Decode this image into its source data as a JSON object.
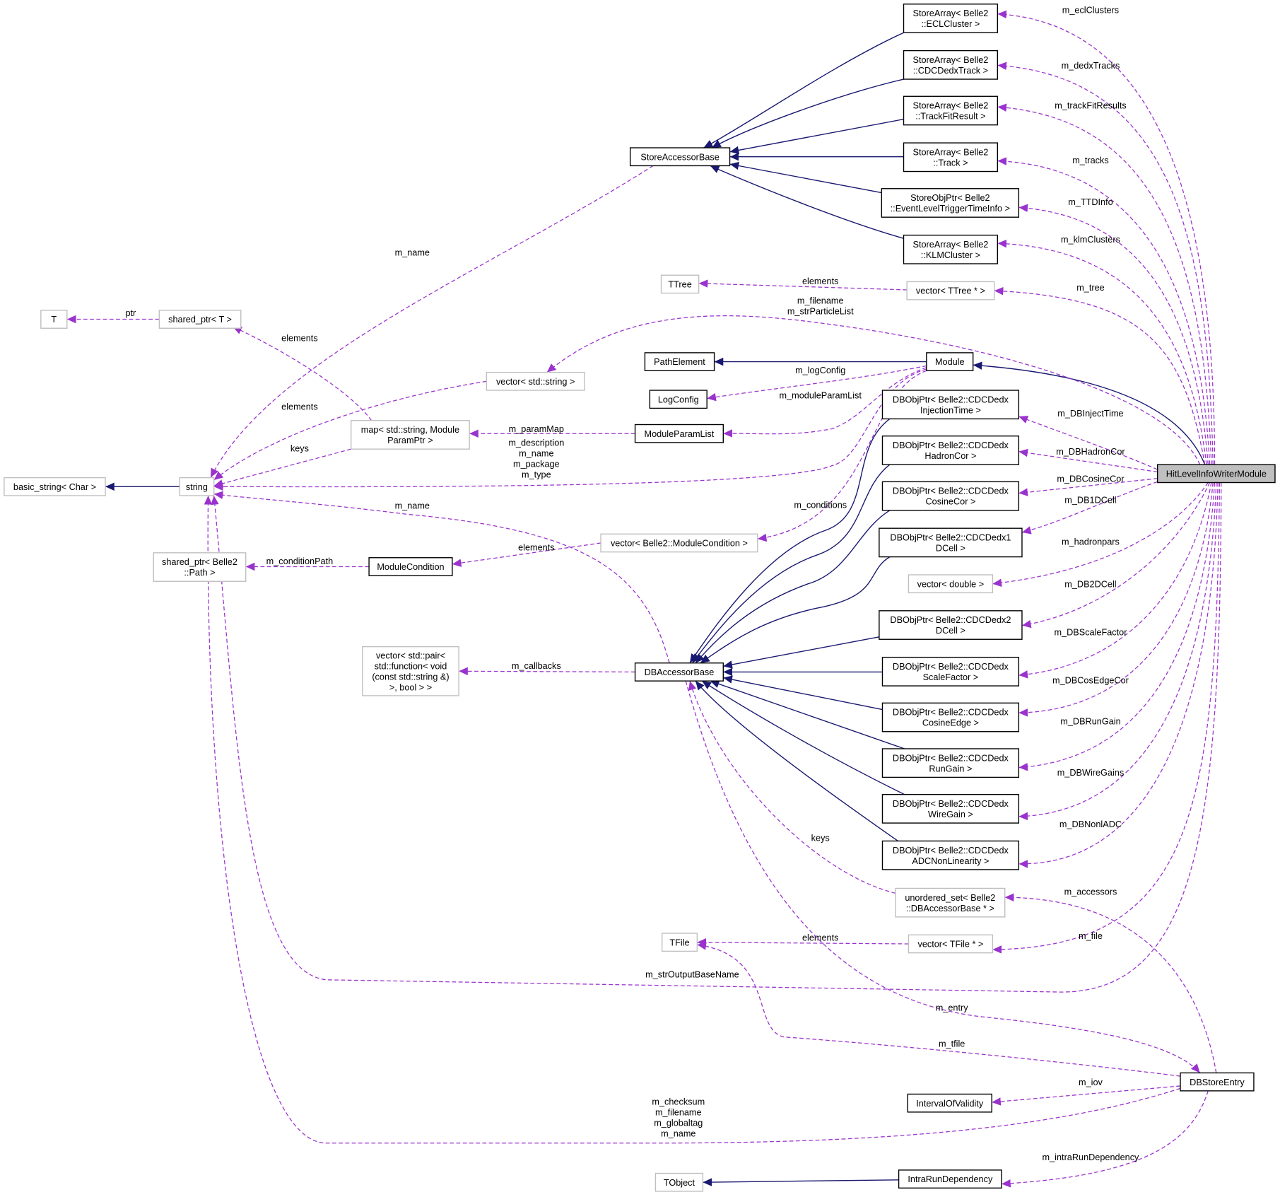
{
  "colors": {
    "inheritance": "#191970",
    "usage": "#9a32cd",
    "focus_fill": "#bfbfbf"
  },
  "nodes": {
    "ecl": [
      "StoreArray< Belle2",
      "::ECLCluster >"
    ],
    "dedxtrack": [
      "StoreArray< Belle2",
      "::CDCDedxTrack >"
    ],
    "trackfit": [
      "StoreArray< Belle2",
      "::TrackFitResult >"
    ],
    "track": [
      "StoreArray< Belle2",
      "::Track >"
    ],
    "ttdinfo": [
      "StoreObjPtr< Belle2",
      "::EventLevelTriggerTimeInfo >"
    ],
    "klm": [
      "StoreArray< Belle2",
      "::KLMCluster >"
    ],
    "sab": [
      "StoreAccessorBase"
    ],
    "ttree": [
      "TTree"
    ],
    "vttree": [
      "vector< TTree * >"
    ],
    "T": [
      "T"
    ],
    "sptrT": [
      "shared_ptr< T >"
    ],
    "vstring": [
      "vector< std::string >"
    ],
    "pathel": [
      "PathElement"
    ],
    "module": [
      "Module"
    ],
    "logconfig": [
      "LogConfig"
    ],
    "mpl": [
      "ModuleParamList"
    ],
    "map": [
      "map< std::string, Module",
      "ParamPtr >"
    ],
    "string": [
      "string"
    ],
    "basicstr": [
      "basic_string< Char >"
    ],
    "inj": [
      "DBObjPtr< Belle2::CDCDedx",
      "InjectionTime >"
    ],
    "had": [
      "DBObjPtr< Belle2::CDCDedx",
      "HadronCor >"
    ],
    "cos": [
      "DBObjPtr< Belle2::CDCDedx",
      "CosineCor >"
    ],
    "c1d": [
      "DBObjPtr< Belle2::CDCDedx1",
      "DCell >"
    ],
    "vdouble": [
      "vector< double >"
    ],
    "c2d": [
      "DBObjPtr< Belle2::CDCDedx2",
      "DCell >"
    ],
    "scale": [
      "DBObjPtr< Belle2::CDCDedx",
      "ScaleFactor >"
    ],
    "cedge": [
      "DBObjPtr< Belle2::CDCDedx",
      "CosineEdge >"
    ],
    "rungain": [
      "DBObjPtr< Belle2::CDCDedx",
      "RunGain >"
    ],
    "wiregain": [
      "DBObjPtr< Belle2::CDCDedx",
      "WireGain >"
    ],
    "adc": [
      "DBObjPtr< Belle2::CDCDedx",
      "ADCNonLinearity >"
    ],
    "hl": [
      "HitLevelInfoWriterModule"
    ],
    "vmodcond": [
      "vector< Belle2::ModuleCondition >"
    ],
    "modcond": [
      "ModuleCondition"
    ],
    "sptrpath": [
      "shared_ptr< Belle2",
      "::Path >"
    ],
    "vpair": [
      "vector< std::pair<",
      "std::function< void",
      "(const std::string &)",
      ">, bool > >"
    ],
    "dbab": [
      "DBAccessorBase"
    ],
    "uset": [
      "unordered_set< Belle2",
      "::DBAccessorBase * >"
    ],
    "tfile": [
      "TFile"
    ],
    "vtfile": [
      "vector< TFile * >"
    ],
    "dbse": [
      "DBStoreEntry"
    ],
    "iov": [
      "IntervalOfValidity"
    ],
    "tobject": [
      "TObject"
    ],
    "intrarun": [
      "IntraRunDependency"
    ]
  },
  "edge_labels": {
    "ecl": [
      "m_eclClusters"
    ],
    "dedx": [
      "m_dedxTracks"
    ],
    "tfr": [
      "m_trackFitResults"
    ],
    "tracks": [
      "m_tracks"
    ],
    "ttd": [
      "m_TTDInfo"
    ],
    "klm": [
      "m_klmClusters"
    ],
    "tree": [
      "m_tree"
    ],
    "ttree_el": [
      "elements"
    ],
    "fname": [
      "m_filename",
      "m_strParticleList"
    ],
    "sab_name": [
      "m_name"
    ],
    "ptr": [
      "ptr"
    ],
    "map_el": [
      "elements"
    ],
    "vstr_el": [
      "elements"
    ],
    "map_keys": [
      "keys"
    ],
    "logconfig": [
      "m_logConfig"
    ],
    "mpl": [
      "m_moduleParamList"
    ],
    "parammap": [
      "m_paramMap"
    ],
    "mod_str": [
      "m_description",
      "m_name",
      "m_package",
      "m_type"
    ],
    "conditions": [
      "m_conditions"
    ],
    "modcond_el": [
      "elements"
    ],
    "condpath": [
      "m_conditionPath"
    ],
    "dbab_name": [
      "m_name"
    ],
    "callbacks": [
      "m_callbacks"
    ],
    "inj": [
      "m_DBInjectTime"
    ],
    "had": [
      "m_DBHadronCor"
    ],
    "cos": [
      "m_DBCosineCor"
    ],
    "c1d": [
      "m_DB1DCell"
    ],
    "hadronpars": [
      "m_hadronpars"
    ],
    "c2d": [
      "m_DB2DCell"
    ],
    "scale": [
      "m_DBScaleFactor"
    ],
    "cedge": [
      "m_DBCosEdgeCor"
    ],
    "rungain": [
      "m_DBRunGain"
    ],
    "wiregain": [
      "m_DBWireGains"
    ],
    "adc": [
      "m_DBNonlADC"
    ],
    "uset_keys": [
      "keys"
    ],
    "accessors": [
      "m_accessors"
    ],
    "file": [
      "m_file"
    ],
    "tfile_el": [
      "elements"
    ],
    "outbase": [
      "m_strOutputBaseName"
    ],
    "entry": [
      "m_entry"
    ],
    "tfile": [
      "m_tfile"
    ],
    "iov": [
      "m_iov"
    ],
    "dbse_str": [
      "m_checksum",
      "m_filename",
      "m_globaltag",
      "m_name"
    ],
    "intrarun": [
      "m_intraRunDependency"
    ]
  }
}
